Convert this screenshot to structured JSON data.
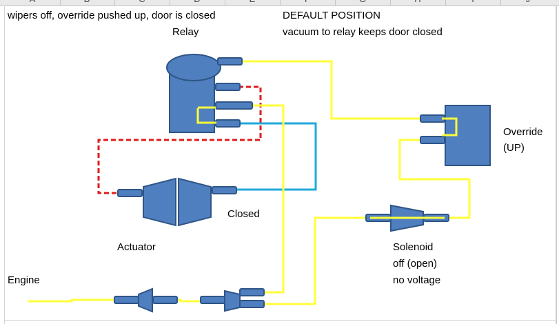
{
  "columns": [
    "A",
    "B",
    "C",
    "D",
    "E",
    "F",
    "G",
    "H",
    "I",
    "J"
  ],
  "header": {
    "state_text": "wipers off, override pushed up, door is closed",
    "position_title": "DEFAULT POSITION",
    "position_note": "vacuum to relay keeps door closed"
  },
  "labels": {
    "relay": "Relay",
    "override_line1": "Override",
    "override_line2": "(UP)",
    "closed": "Closed",
    "actuator": "Actuator",
    "solenoid_line1": "Solenoid",
    "solenoid_line2": "off (open)",
    "solenoid_line3": "no voltage",
    "engine": "Engine"
  },
  "colors": {
    "component_fill": "#4f7fbf",
    "component_stroke": "#2f5587",
    "vacuum_line": "#ffff3a",
    "atmosphere_line": "#1fa9d9",
    "dashed_line": "#e01b1b",
    "grid_header": "#e9e9e9"
  }
}
